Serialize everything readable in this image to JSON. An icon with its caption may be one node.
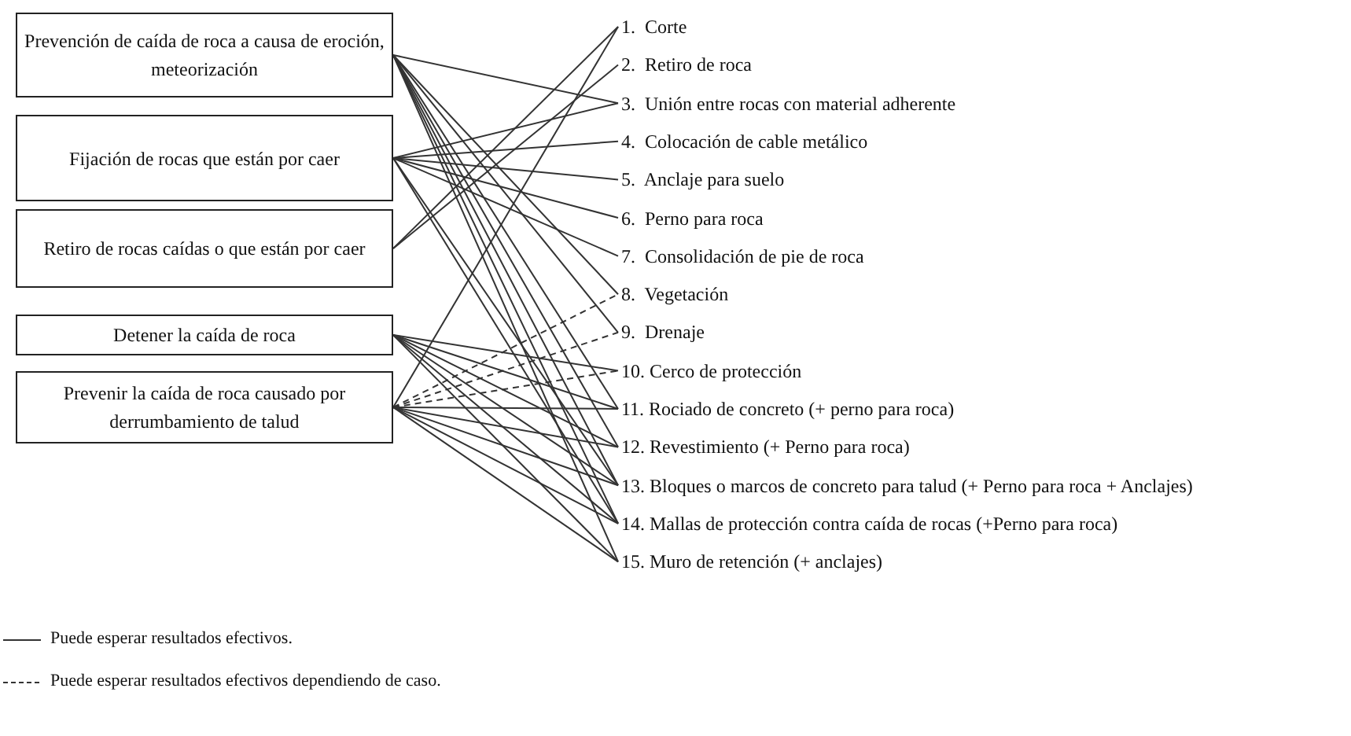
{
  "diagram": {
    "nodes": [
      {
        "text": [
          "Prevención de caída de roca a causa de eroción, meteorización"
        ]
      },
      {
        "text": [
          "Fijación de rocas que están por caer"
        ]
      },
      {
        "text": [
          "Retiro de rocas caídas o que están por caer"
        ]
      },
      {
        "text": [
          "Detener la caída de roca"
        ]
      },
      {
        "text": [
          "Prevenir la caída de roca causado por derrumbamiento de talud"
        ]
      },
      {
        "text": [
          "1.  Corte"
        ]
      },
      {
        "text": [
          "2.  Retiro de roca"
        ]
      },
      {
        "text": [
          "3.  Unión entre rocas con material adherente"
        ]
      },
      {
        "text": [
          "4.  Colocación de cable metálico"
        ]
      },
      {
        "text": [
          "5.  Anclaje para suelo"
        ]
      },
      {
        "text": [
          "6.  Perno para roca"
        ]
      },
      {
        "text": [
          "7.  Consolidación de pie de roca"
        ]
      },
      {
        "text": [
          "8.  Vegetación"
        ]
      },
      {
        "text": [
          "9.  Drenaje"
        ]
      },
      {
        "text": [
          "10. Cerco de protección"
        ]
      },
      {
        "text": [
          "11. Rociado de concreto (+ perno para roca)"
        ]
      },
      {
        "text": [
          "12. Revestimiento (+ Perno para roca)"
        ]
      },
      {
        "text": [
          "13. Bloques o marcos de concreto para talud (+ Perno para roca + Anclajes)"
        ]
      },
      {
        "text": [
          "14. Mallas de protección contra caída de rocas (+Perno para roca)"
        ]
      },
      {
        "text": [
          "15. Muro de retención (+ anclajes)"
        ]
      }
    ],
    "edges": [
      {
        "from": 0,
        "to": 7,
        "arrow": "none"
      },
      {
        "from": 0,
        "to": 12,
        "arrow": "none"
      },
      {
        "from": 0,
        "to": 13,
        "arrow": "none"
      },
      {
        "from": 0,
        "to": 15,
        "arrow": "none"
      },
      {
        "from": 0,
        "to": 16,
        "arrow": "none"
      },
      {
        "from": 0,
        "to": 17,
        "arrow": "none"
      },
      {
        "from": 0,
        "to": 18,
        "arrow": "none"
      },
      {
        "from": 0,
        "to": 19,
        "arrow": "none"
      },
      {
        "from": 1,
        "to": 7,
        "arrow": "none"
      },
      {
        "from": 1,
        "to": 8,
        "arrow": "none"
      },
      {
        "from": 1,
        "to": 9,
        "arrow": "none"
      },
      {
        "from": 1,
        "to": 10,
        "arrow": "none"
      },
      {
        "from": 1,
        "to": 11,
        "arrow": "none"
      },
      {
        "from": 1,
        "to": 17,
        "arrow": "none"
      },
      {
        "from": 1,
        "to": 18,
        "arrow": "none"
      },
      {
        "from": 2,
        "to": 5,
        "arrow": "none"
      },
      {
        "from": 2,
        "to": 6,
        "arrow": "none"
      },
      {
        "from": 3,
        "to": 14,
        "arrow": "none"
      },
      {
        "from": 3,
        "to": 15,
        "arrow": "none"
      },
      {
        "from": 3,
        "to": 16,
        "arrow": "none"
      },
      {
        "from": 3,
        "to": 17,
        "arrow": "none"
      },
      {
        "from": 3,
        "to": 18,
        "arrow": "none"
      },
      {
        "from": 3,
        "to": 19,
        "arrow": "none"
      },
      {
        "from": 4,
        "to": 5,
        "arrow": "none"
      },
      {
        "from": 4,
        "to": 12,
        "arrow": "none",
        "style": "dashed"
      },
      {
        "from": 4,
        "to": 13,
        "arrow": "none",
        "style": "dashed"
      },
      {
        "from": 4,
        "to": 14,
        "arrow": "none",
        "style": "dashed"
      },
      {
        "from": 4,
        "to": 15,
        "arrow": "none"
      },
      {
        "from": 4,
        "to": 16,
        "arrow": "none"
      },
      {
        "from": 4,
        "to": 17,
        "arrow": "none"
      },
      {
        "from": 4,
        "to": 18,
        "arrow": "none"
      },
      {
        "from": 4,
        "to": 19,
        "arrow": "none"
      }
    ],
    "legend": [
      {
        "text": "Puede esperar resultados efectivos."
      },
      {
        "text": "Puede esperar resultados efectivos dependiendo de caso."
      }
    ]
  }
}
